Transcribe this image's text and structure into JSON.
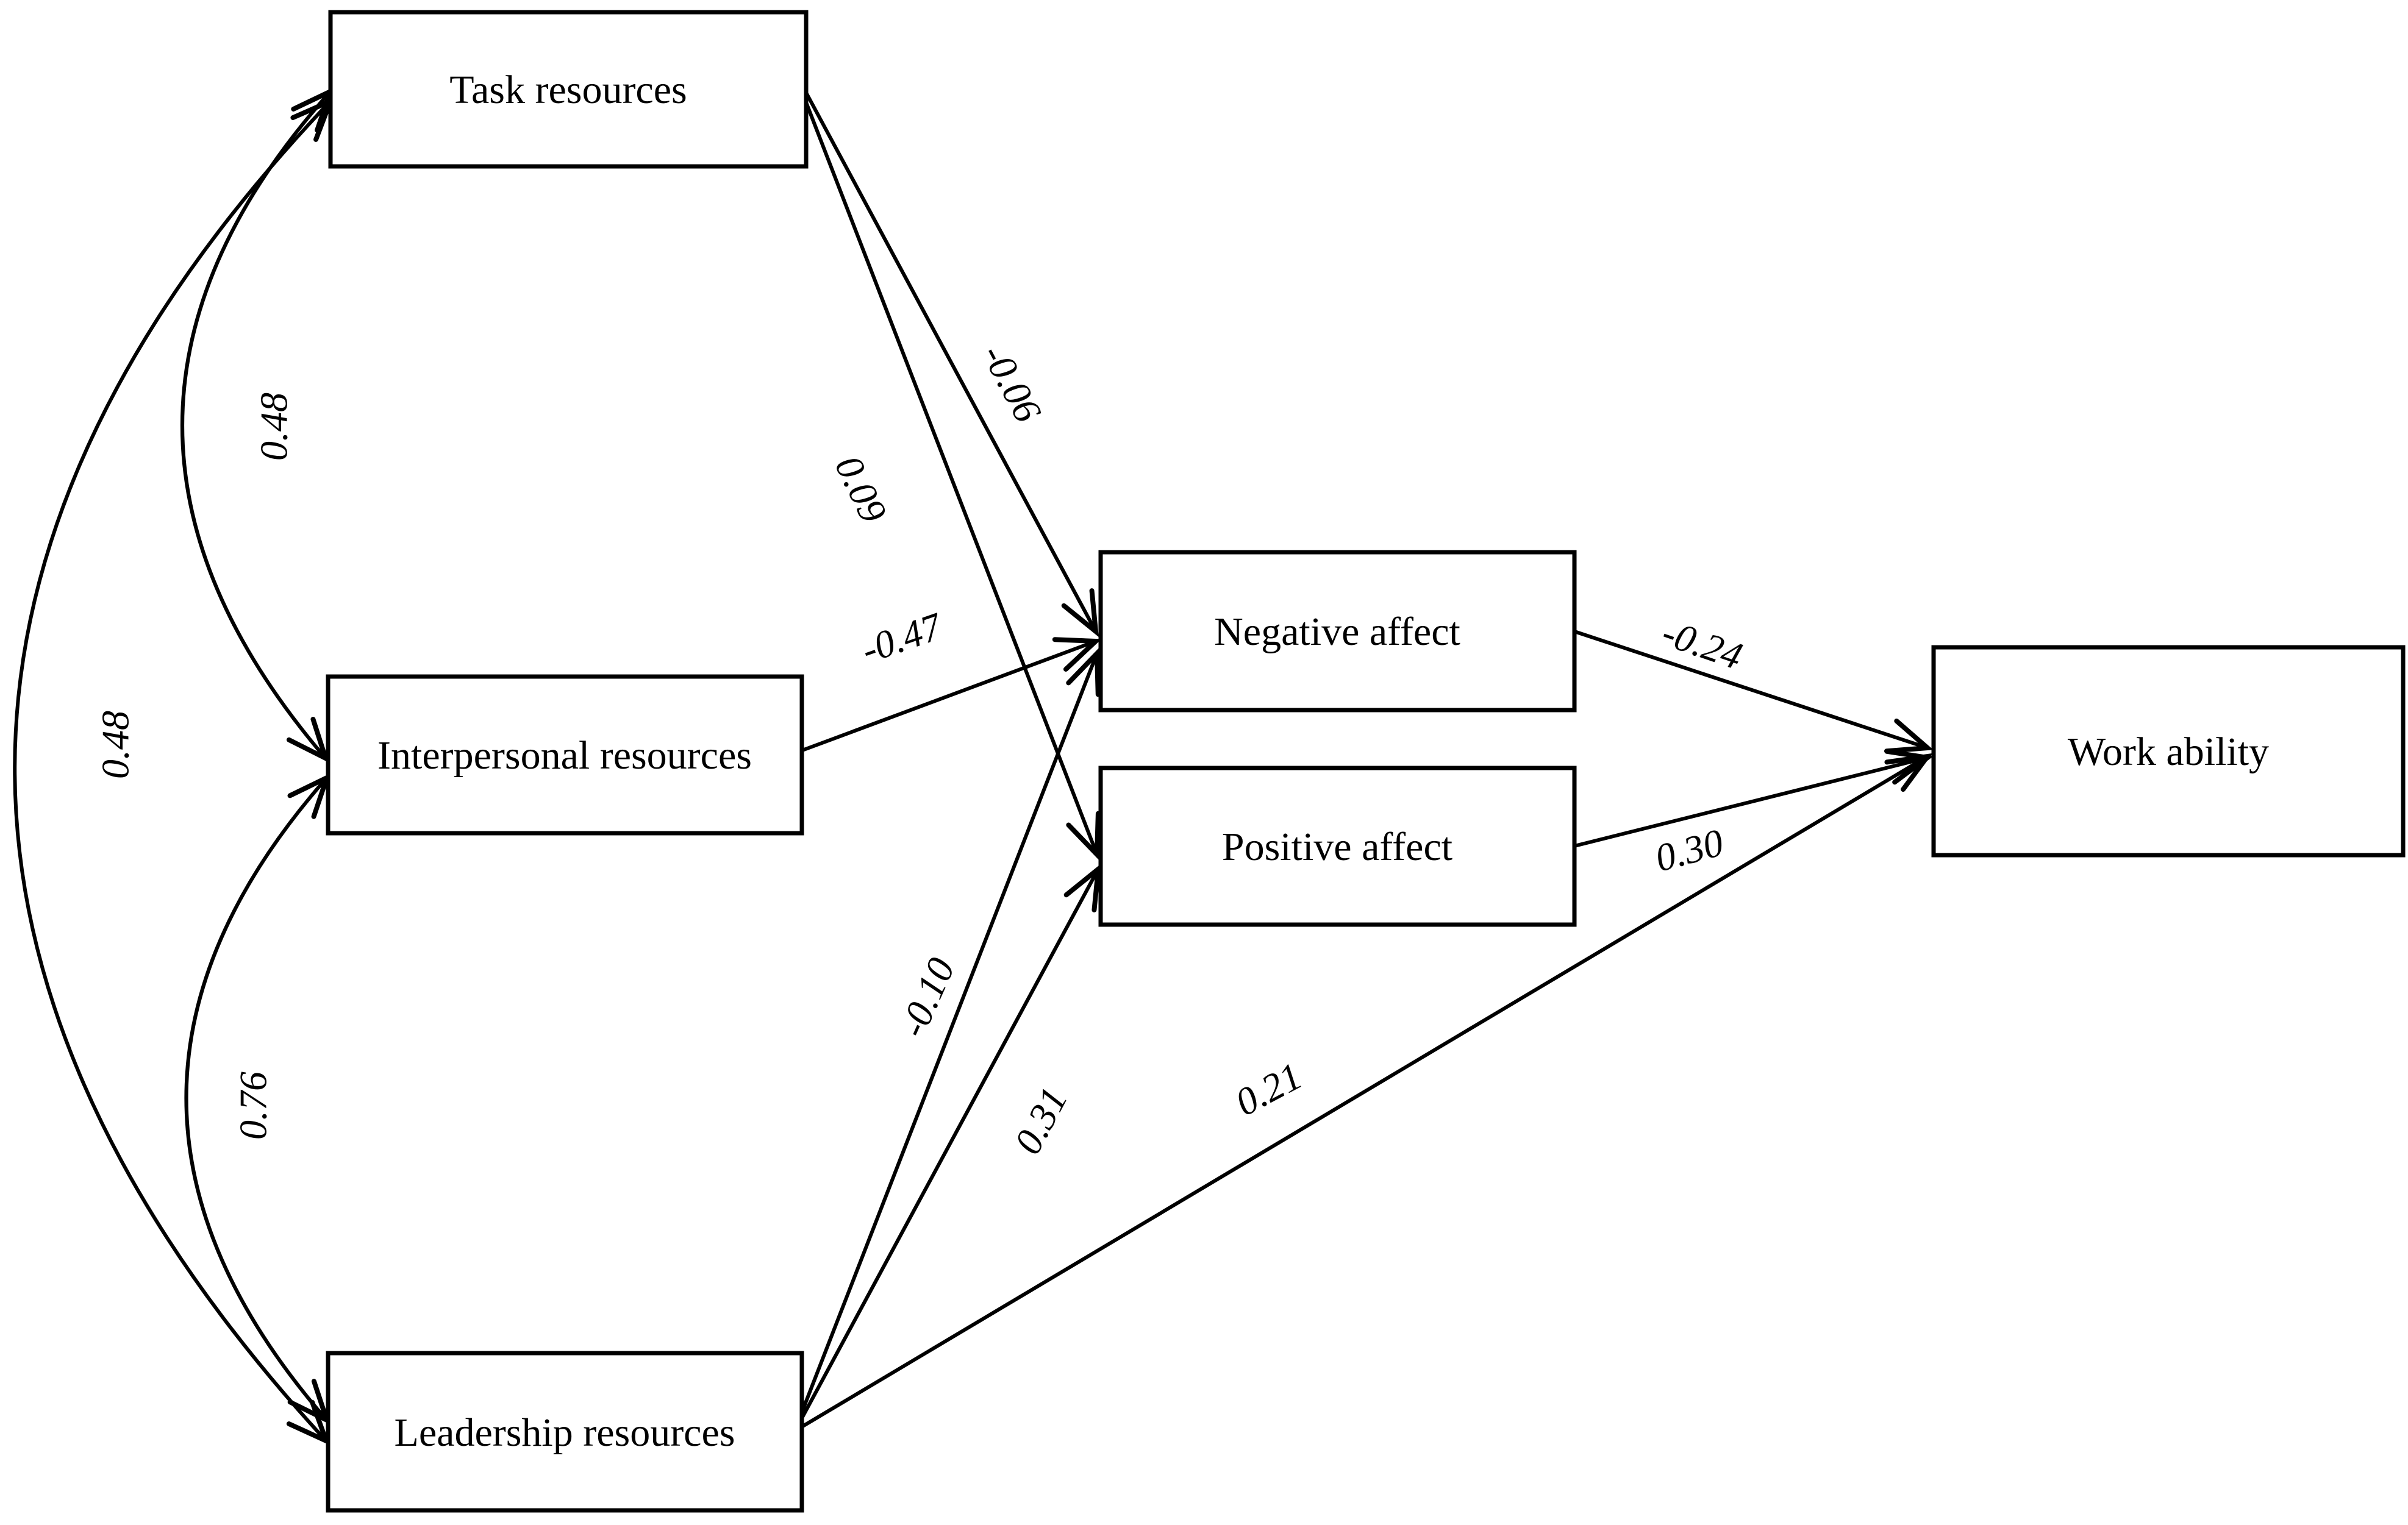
{
  "figure": {
    "background_color": "#ffffff",
    "line_color": "#000000",
    "nodes": {
      "task": {
        "label": "Task resources"
      },
      "interpersonal": {
        "label": "Interpersonal resources"
      },
      "leadership": {
        "label": "Leadership resources"
      },
      "negative": {
        "label": "Negative affect"
      },
      "positive": {
        "label": "Positive affect"
      },
      "work": {
        "label": "Work ability"
      }
    },
    "paths": {
      "task_negative": {
        "from": "Task resources",
        "to": "Negative affect",
        "coef": "-0.06"
      },
      "task_positive": {
        "from": "Task resources",
        "to": "Positive affect",
        "coef": "0.09"
      },
      "interpersonal_negative": {
        "from": "Interpersonal resources",
        "to": "Negative affect",
        "coef": "-0.47"
      },
      "leadership_negative": {
        "from": "Leadership resources",
        "to": "Negative affect",
        "coef": "-0.10"
      },
      "leadership_positive": {
        "from": "Leadership resources",
        "to": "Positive affect",
        "coef": "0.31"
      },
      "leadership_work": {
        "from": "Leadership resources",
        "to": "Work ability",
        "coef": "0.21"
      },
      "negative_work": {
        "from": "Negative affect",
        "to": "Work ability",
        "coef": "-0.24"
      },
      "positive_work": {
        "from": "Positive affect",
        "to": "Work ability",
        "coef": "0.30"
      }
    },
    "covariances": {
      "task_interpersonal": {
        "between": "Task resources & Interpersonal resources",
        "coef": "0.48"
      },
      "task_leadership": {
        "between": "Task resources & Leadership resources",
        "coef": "0.48"
      },
      "interpersonal_leadership": {
        "between": "Interpersonal resources & Leadership resources",
        "coef": "0.76"
      }
    }
  }
}
